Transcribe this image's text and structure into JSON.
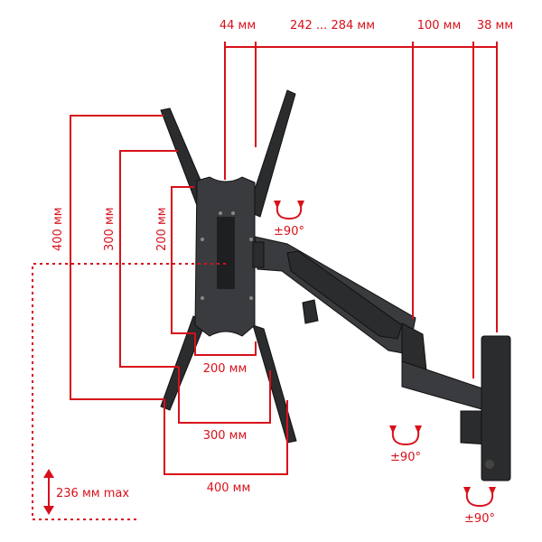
{
  "accent_color": "#d8101a",
  "top_dimensions": [
    "44 мм",
    "242 ... 284 мм",
    "100 мм",
    "38 мм"
  ],
  "vertical_dimensions": [
    "400 мм",
    "300 мм",
    "200 мм"
  ],
  "horizontal_dimensions": [
    "200 мм",
    "300 мм",
    "400 мм"
  ],
  "height_adjust": "236 мм max",
  "rotations": [
    "±90°",
    "±90°",
    "±90°"
  ],
  "icons": [
    "rotate-arrows-icon",
    "up-down-arrow-icon"
  ]
}
